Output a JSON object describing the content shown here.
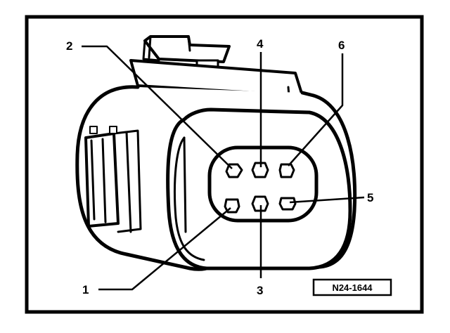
{
  "diagram": {
    "subject": "6-pin connector",
    "pins": [
      {
        "label": "1"
      },
      {
        "label": "2"
      },
      {
        "label": "3"
      },
      {
        "label": "4"
      },
      {
        "label": "5"
      },
      {
        "label": "6"
      }
    ],
    "reference_code": "N24-1644"
  },
  "colors": {
    "ink": "#000000",
    "paper": "#ffffff"
  }
}
